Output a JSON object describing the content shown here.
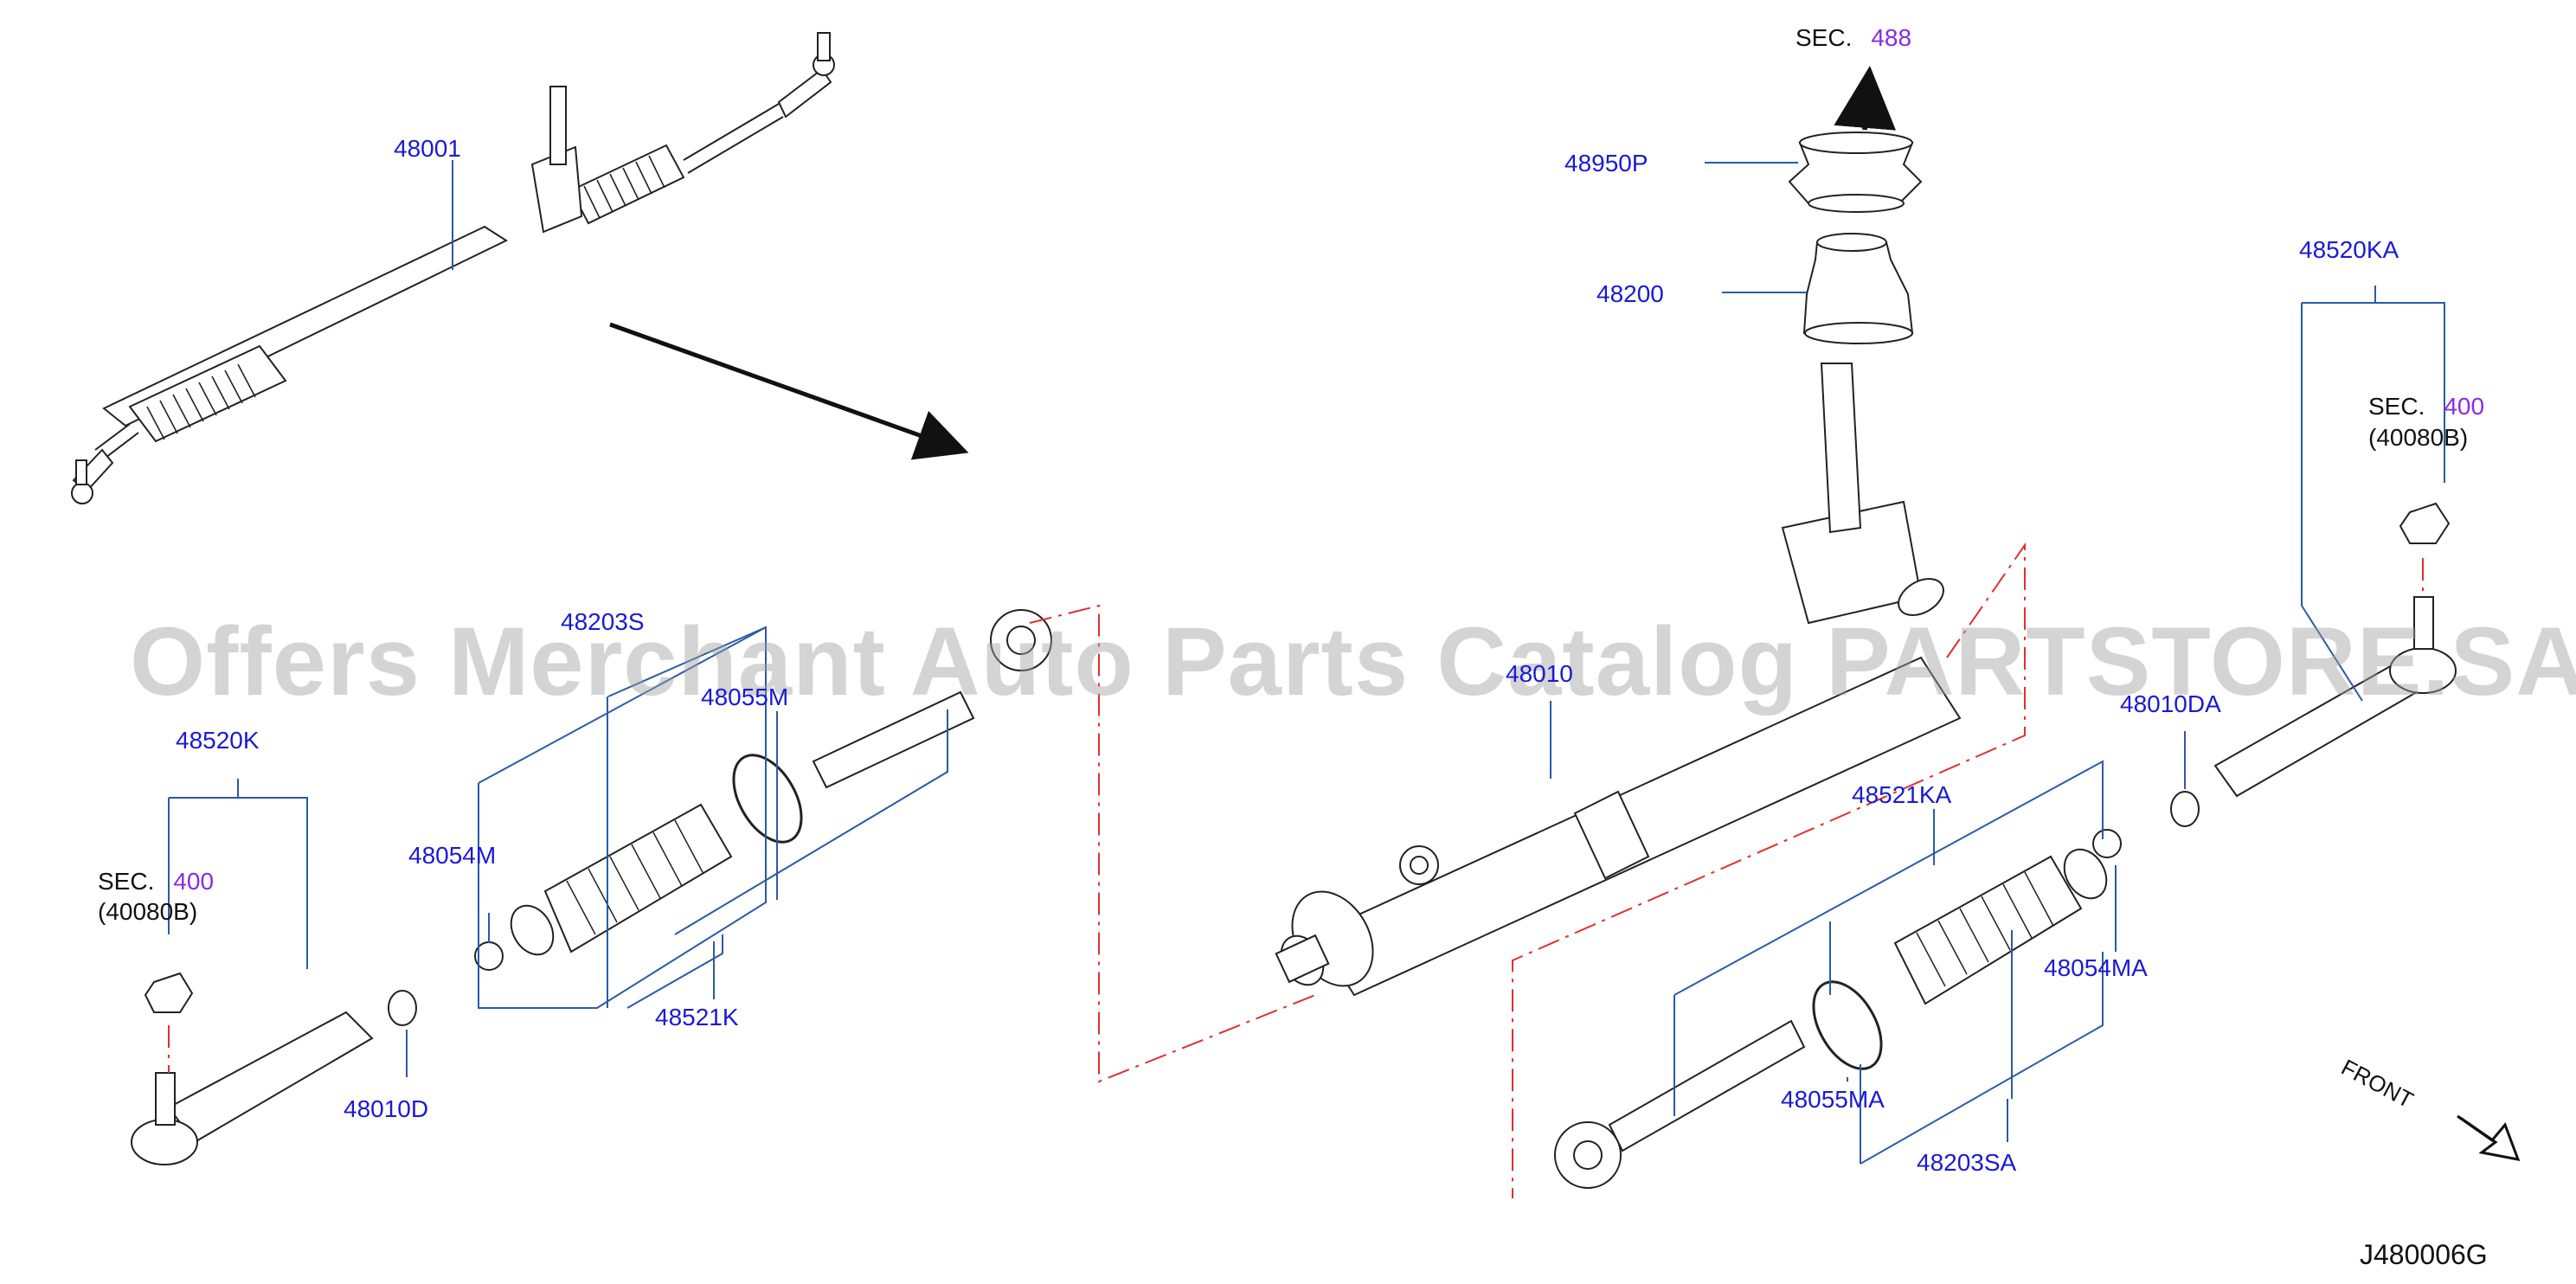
{
  "colors": {
    "label": "#1a1ad6",
    "sec_number": "#8a2be2",
    "line": "#2b5aa8",
    "phantom": "#e03030",
    "ink": "#111111",
    "watermark": "#a0a0a0"
  },
  "watermark": "Offers Merchant Auto Parts Catalog PARTSTORE.SA",
  "labels": {
    "p48001": "48001",
    "p48203S": "48203S",
    "p48055M": "48055M",
    "p48520K": "48520K",
    "p48054M": "48054M",
    "p48521K": "48521K",
    "p48010D": "48010D",
    "p48010": "48010",
    "p48950P": "48950P",
    "p48200": "48200",
    "p48520KA": "48520KA",
    "p48010DA": "48010DA",
    "p48521KA": "48521KA",
    "p48054MA": "48054MA",
    "p48055MA": "48055MA",
    "p48203SA": "48203SA"
  },
  "refs": {
    "top": {
      "prefix": "SEC.",
      "number": "488"
    },
    "right": {
      "prefix": "SEC.",
      "number": "400",
      "sub": "(40080B)"
    },
    "left": {
      "prefix": "SEC.",
      "number": "400",
      "sub": "(40080B)"
    }
  },
  "front_label": "FRONT",
  "diagram_code": "J480006G"
}
